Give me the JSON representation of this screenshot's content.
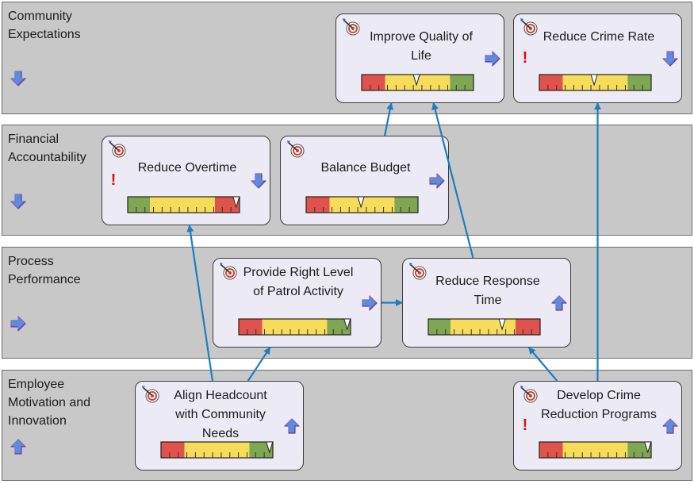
{
  "perspectives": [
    {
      "id": "community",
      "label": "Community Expectations",
      "trend": "down"
    },
    {
      "id": "financial",
      "label": "Financial Accountability",
      "trend": "down"
    },
    {
      "id": "process",
      "label": "Process Performance",
      "trend": "right"
    },
    {
      "id": "employee",
      "label": "Employee Motivation and Innovation",
      "trend": "up"
    }
  ],
  "objectives": [
    {
      "id": "improve_quality",
      "title": "Improve Quality of Life",
      "trend": "right",
      "alert": false,
      "gauge": {
        "zones": [
          "red",
          "yellow",
          "green"
        ],
        "marker": 0.49
      }
    },
    {
      "id": "reduce_crime",
      "title": "Reduce Crime Rate",
      "trend": "down",
      "alert": true,
      "gauge": {
        "zones": [
          "red",
          "yellow",
          "green"
        ],
        "marker": 0.49
      }
    },
    {
      "id": "reduce_overtime",
      "title": "Reduce Overtime",
      "trend": "down",
      "alert": true,
      "gauge": {
        "zones": [
          "green",
          "yellow",
          "red"
        ],
        "marker": 0.97
      }
    },
    {
      "id": "balance_budget",
      "title": "Balance Budget",
      "trend": "right",
      "alert": false,
      "gauge": {
        "zones": [
          "red",
          "yellow",
          "green"
        ],
        "marker": 0.49
      }
    },
    {
      "id": "patrol_activity",
      "title": "Provide Right Level of Patrol Activity",
      "trend": "right",
      "alert": false,
      "gauge": {
        "zones": [
          "red",
          "yellow",
          "green"
        ],
        "marker": 0.97
      }
    },
    {
      "id": "response_time",
      "title": "Reduce Response Time",
      "trend": "up",
      "alert": false,
      "gauge": {
        "zones": [
          "green",
          "yellow",
          "red"
        ],
        "marker": 0.66
      }
    },
    {
      "id": "align_headcount",
      "title": "Align Headcount with Community Needs",
      "trend": "up",
      "alert": false,
      "gauge": {
        "zones": [
          "red",
          "yellow",
          "green"
        ],
        "marker": 0.97
      }
    },
    {
      "id": "crime_reduction",
      "title": "Develop Crime Reduction Programs",
      "trend": "up",
      "alert": true,
      "gauge": {
        "zones": [
          "red",
          "yellow",
          "green"
        ],
        "marker": 0.97
      }
    }
  ],
  "links": [
    {
      "from": "balance_budget",
      "to": "improve_quality"
    },
    {
      "from": "response_time",
      "to": "improve_quality"
    },
    {
      "from": "crime_reduction",
      "to": "reduce_crime"
    },
    {
      "from": "align_headcount",
      "to": "reduce_overtime"
    },
    {
      "from": "align_headcount",
      "to": "patrol_activity"
    },
    {
      "from": "patrol_activity",
      "to": "response_time"
    },
    {
      "from": "crime_reduction",
      "to": "response_time"
    }
  ],
  "colors": {
    "band": "#c8c8c8",
    "card": "#eceaf4",
    "connector": "#1a7fc0",
    "gauge_red": "#e0534c",
    "gauge_yellow": "#f7dc5a",
    "gauge_green": "#7fa653",
    "trend_arrow": "#3a6fd0",
    "alert": "#dd1111"
  },
  "icons": {
    "objective": "target-icon",
    "alert": "exclamation-icon",
    "trend": "trend-arrow-icon"
  }
}
